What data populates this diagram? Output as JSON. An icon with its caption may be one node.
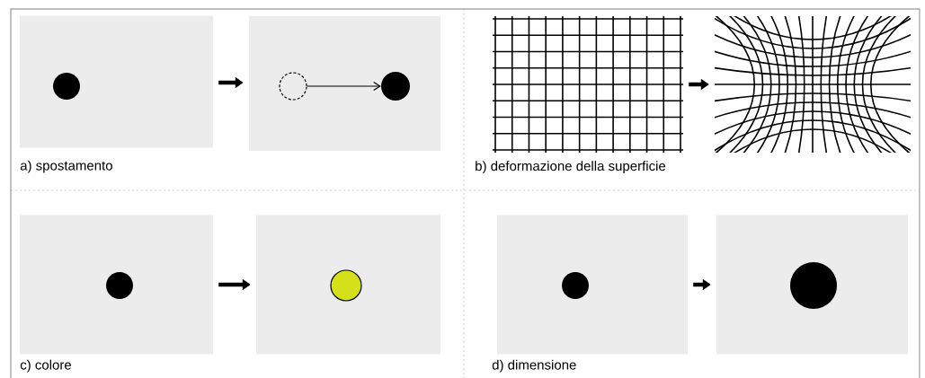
{
  "diagram": {
    "nodes": [
      {
        "text": [],
        "shape": "box",
        "beside": [
          "a) spostamento"
        ]
      },
      {
        "text": [],
        "shape": "circle",
        "in": 0
      },
      {
        "text": [],
        "shape": "box"
      },
      {
        "text": [],
        "shape": "circle",
        "in": 2
      },
      {
        "text": [],
        "shape": "circle",
        "in": 2
      },
      {
        "text": [],
        "shape": "picture",
        "beside": [
          "b) deformazione della superficie"
        ]
      },
      {
        "text": [],
        "shape": "picture"
      },
      {
        "text": [],
        "shape": "box",
        "beside": [
          "c) colore"
        ]
      },
      {
        "text": [],
        "shape": "circle",
        "in": 7
      },
      {
        "text": [],
        "shape": "box"
      },
      {
        "text": [],
        "shape": "circle",
        "in": 9
      },
      {
        "text": [],
        "shape": "box",
        "beside": [
          "d) dimensione"
        ]
      },
      {
        "text": [],
        "shape": "circle",
        "in": 11
      },
      {
        "text": [],
        "shape": "box"
      },
      {
        "text": [],
        "shape": "circle",
        "in": 13
      }
    ],
    "edges": [
      {
        "from": 0,
        "to": 2,
        "arrow": "to"
      },
      {
        "from": 3,
        "to": 4,
        "arrow": "to"
      },
      {
        "from": 5,
        "to": 6,
        "arrow": "to"
      },
      {
        "from": 7,
        "to": 9,
        "arrow": "to"
      },
      {
        "from": 11,
        "to": 13,
        "arrow": "to"
      }
    ]
  }
}
